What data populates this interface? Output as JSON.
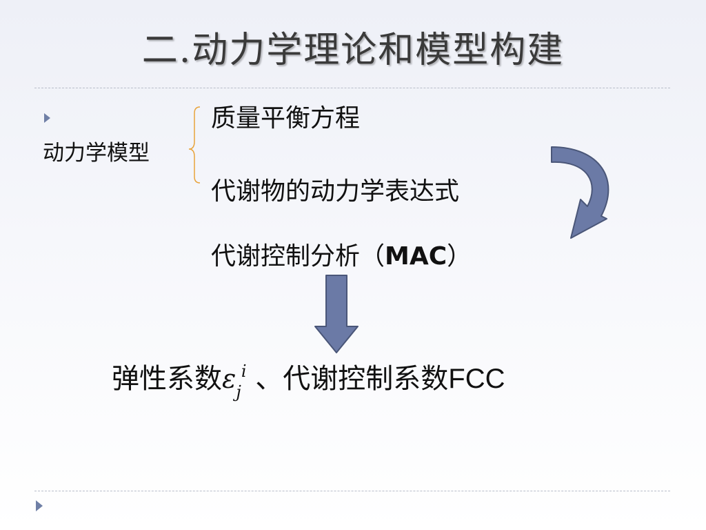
{
  "slide": {
    "title": "二.动力学理论和模型构建",
    "model_label": "动力学模型",
    "items": {
      "mass_balance": "质量平衡方程",
      "kinetic_expression": "代谢物的动力学表达式",
      "mac_prefix": "代谢控制分析（",
      "mac_bold": "MAC",
      "mac_suffix": "）"
    },
    "result": {
      "prefix": "弹性系数",
      "epsilon": "ε",
      "subscript": "j",
      "superscript": "i",
      "middle": " 、代谢控制系数",
      "fcc": "FCC"
    }
  },
  "colors": {
    "accent": "#6f7fa6",
    "arrow_fill": "#6b7aa6",
    "arrow_stroke": "#4a5678",
    "brace": "#e8a33a"
  },
  "icons": {
    "bullet": "triangle-right-icon",
    "curved_arrow": "curved-arrow-icon",
    "down_arrow": "down-arrow-icon",
    "brace": "curly-brace-icon"
  }
}
